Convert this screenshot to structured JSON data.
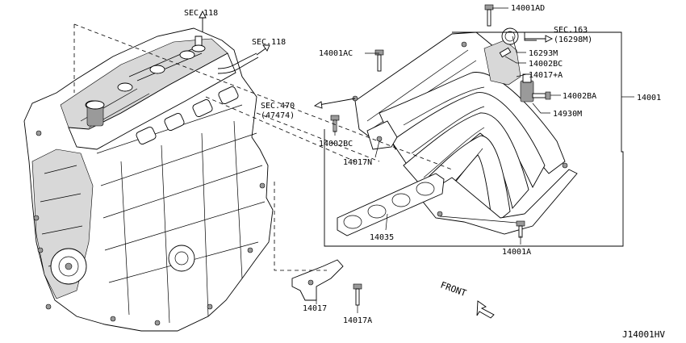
{
  "labels": {
    "sec118_a": "SEC.118",
    "sec118_b": "SEC.118",
    "sec163": "SEC.163",
    "sec163_sub": "(16298M)",
    "sec470": "SEC.470",
    "sec470_sub": "(47474)",
    "p14001AD": "14001AD",
    "p16293M": "16293M",
    "p14001AC": "14001AC",
    "p14002BC_top": "14002BC",
    "p14017A_plus": "14017+A",
    "p14002BA": "14002BA",
    "p14001": "14001",
    "p14930M": "14930M",
    "p14002BC_left": "14002BC",
    "p14017N": "14017N",
    "p14035": "14035",
    "p14001A": "14001A",
    "p14017": "14017",
    "p14017A": "14017A",
    "front": "FRONT",
    "diagram_code": "J14001HV"
  }
}
